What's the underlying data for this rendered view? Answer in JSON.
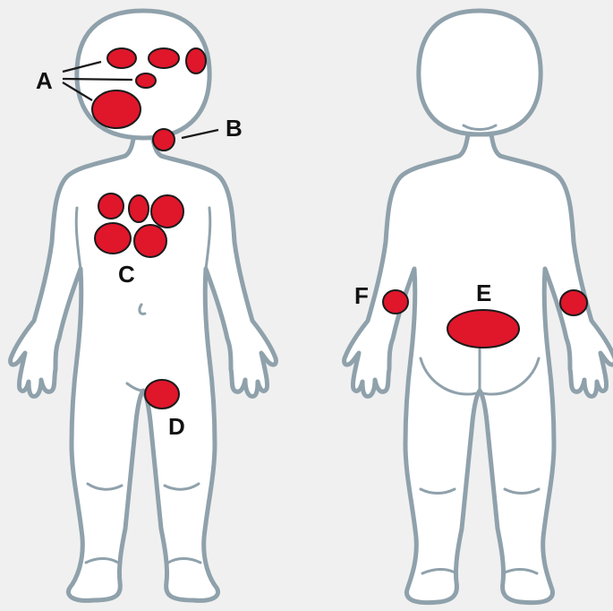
{
  "colors": {
    "background": "#f0f0f0",
    "body_fill": "#ffffff",
    "body_outline": "#8fa1ab",
    "spot_fill": "#e0162b",
    "spot_outline": "#1a1a1a",
    "label_text": "#111111"
  },
  "figures": {
    "front": "child-front-view",
    "back": "child-back-view"
  },
  "labels": {
    "a": "A",
    "b": "B",
    "c": "C",
    "d": "D",
    "e": "E",
    "f": "F"
  }
}
